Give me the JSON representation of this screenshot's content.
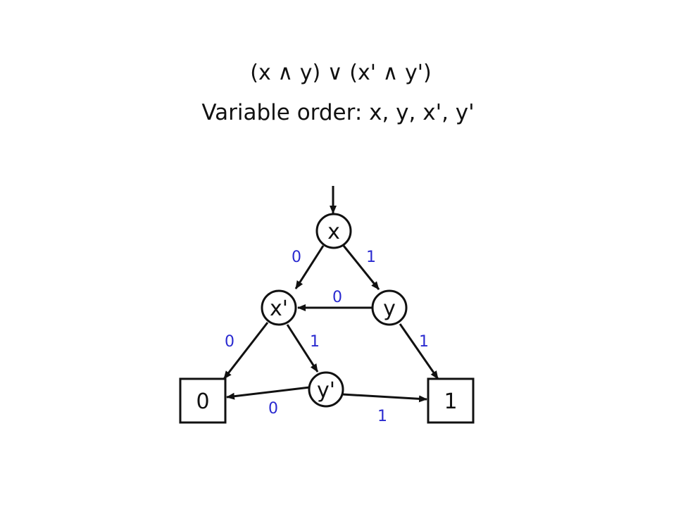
{
  "header": {
    "formula": "(x ∧ y) ∨ (x' ∧ y')",
    "variable_order": "Variable order: x, y, x', y'"
  },
  "nodes": {
    "x": "x",
    "y": "y",
    "x_prime": "x'",
    "y_prime": "y'",
    "terminal_zero": "0",
    "terminal_one": "1"
  },
  "edge_labels": {
    "x_to_x_prime": "0",
    "x_to_y": "1",
    "y_to_x_prime": "0",
    "x_prime_to_zero": "0",
    "x_prime_to_y_prime": "1",
    "y_to_one": "1",
    "y_prime_to_zero": "0",
    "y_prime_to_one": "1"
  },
  "colors": {
    "edge_label": "#2a2ad0",
    "stroke": "#111111",
    "background": "#ffffff"
  }
}
